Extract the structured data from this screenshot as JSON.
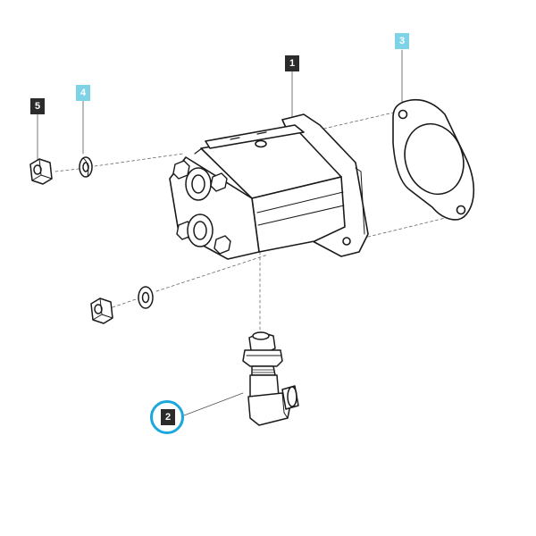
{
  "diagram": {
    "colors": {
      "line": "#1a1a1a",
      "leader": "#555555",
      "dark_label": "#2b2b2b",
      "cyan_label": "#7fd3e6",
      "highlight_ring": "#1aa7dc"
    },
    "callouts": [
      {
        "id": "1",
        "label": "1",
        "style": "dark"
      },
      {
        "id": "2",
        "label": "2",
        "style": "dark",
        "highlighted": true
      },
      {
        "id": "3",
        "label": "3",
        "style": "cyan"
      },
      {
        "id": "4",
        "label": "4",
        "style": "cyan"
      },
      {
        "id": "5",
        "label": "5",
        "style": "dark"
      }
    ]
  }
}
